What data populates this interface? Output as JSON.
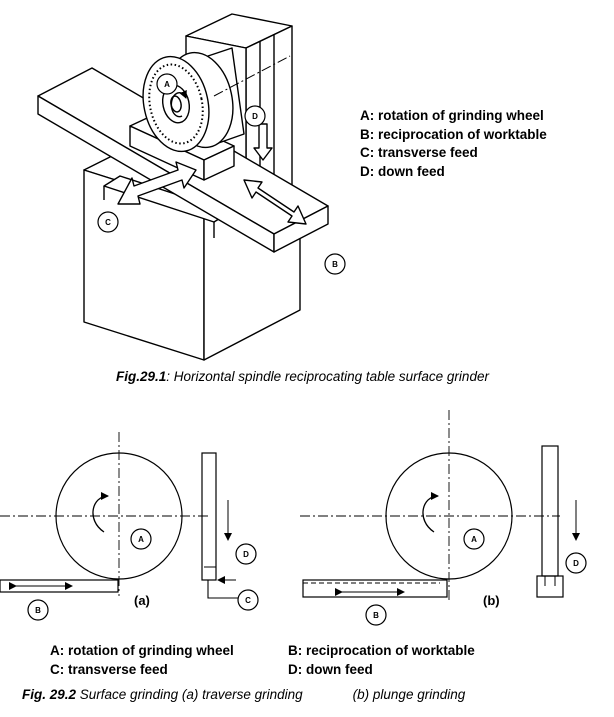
{
  "figure1": {
    "legend": [
      "A: rotation of grinding wheel",
      "B: reciprocation of worktable",
      "C: transverse feed",
      "D: down feed"
    ],
    "caption_label": "Fig.29.1",
    "caption_text": ": Horizontal spindle reciprocating table surface grinder",
    "callouts": {
      "a": "A",
      "b": "B",
      "c": "C",
      "d": "D"
    }
  },
  "figure2": {
    "panel_a": {
      "label": "(a)",
      "callouts": {
        "a": "A",
        "b": "B",
        "c": "C",
        "d": "D"
      }
    },
    "panel_b": {
      "label": "(b)",
      "callouts": {
        "a": "A",
        "b": "B",
        "d": "D"
      }
    },
    "legend": {
      "row1_left": "A: rotation of grinding wheel",
      "row1_right": "B: reciprocation of worktable",
      "row2_left": "C: transverse feed",
      "row2_right": "D: down feed"
    },
    "caption_label": "Fig. 29.2",
    "caption_text_a": " Surface grinding (a) traverse grinding",
    "caption_text_b": "(b) plunge grinding"
  }
}
